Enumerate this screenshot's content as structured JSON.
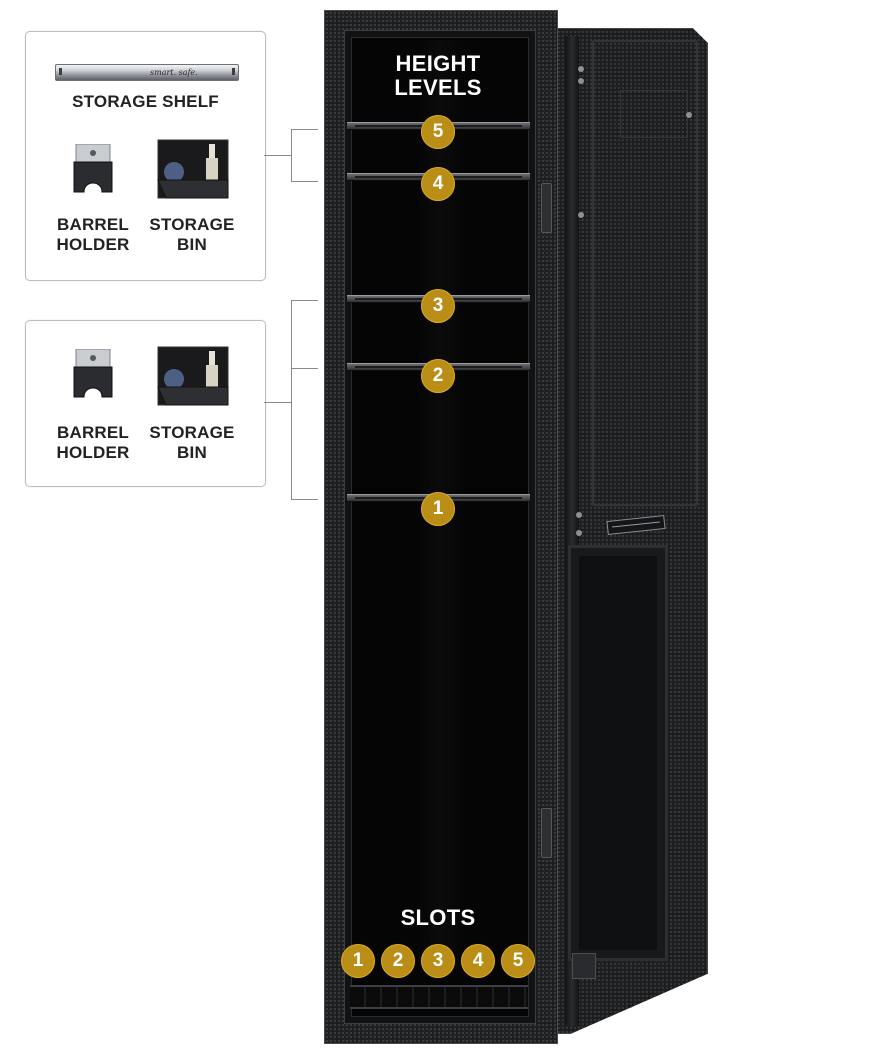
{
  "accessory_cards": [
    {
      "shelf": {
        "label": "STORAGE SHELF",
        "engraving": "smart. safe."
      },
      "items": [
        {
          "label": "BARREL\nHOLDER",
          "icon": "barrel-holder-icon"
        },
        {
          "label": "STORAGE\nBIN",
          "icon": "storage-bin-icon"
        }
      ]
    },
    {
      "items": [
        {
          "label": "BARREL\nHOLDER",
          "icon": "barrel-holder-icon"
        },
        {
          "label": "STORAGE\nBIN",
          "icon": "storage-bin-icon"
        }
      ]
    }
  ],
  "safe": {
    "height_heading": "HEIGHT\nLEVELS",
    "height_levels": [
      "5",
      "4",
      "3",
      "2",
      "1"
    ],
    "slots_heading": "SLOTS",
    "slots": [
      "1",
      "2",
      "3",
      "4",
      "5"
    ]
  },
  "colors": {
    "badge": "#b98d16",
    "safe_body": "#1c1d1f",
    "card_border": "#bdbdbd"
  }
}
